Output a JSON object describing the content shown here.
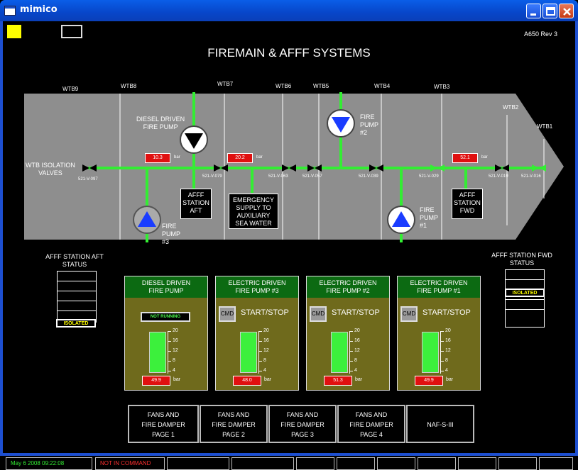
{
  "window": {
    "title": "mimico"
  },
  "header": {
    "title": "FIREMAIN & AFFF SYSTEMS",
    "revision": "A650 Rev 3"
  },
  "diagram": {
    "bulkheads": [
      "WTB9",
      "WTB8",
      "WTB7",
      "WTB6",
      "WTB5",
      "WTB4",
      "WTB3",
      "WTB2",
      "WTB1"
    ],
    "isolation_label": "WTB ISOLATION\nVALVES",
    "valves": [
      "521-V-097",
      "521-V-079",
      "521-V-063",
      "521-V-057",
      "521-V-039",
      "521-V-029",
      "521-V-019",
      "521-V-016"
    ],
    "pressure_readings": [
      {
        "value": "10.3",
        "unit": "bar"
      },
      {
        "value": "20.2",
        "unit": "bar"
      },
      {
        "value": "52.1",
        "unit": "bar"
      }
    ],
    "diesel_pump_label": "DIESEL DRIVEN\nFIRE PUMP",
    "fire_pump_2_label": "FIRE\nPUMP\n#2",
    "fire_pump_3_label": "FIRE\nPUMP\n#3",
    "fire_pump_1_label": "FIRE\nPUMP\n#1",
    "afff_aft_label": "AFFF\nSTATION\nAFT",
    "afff_fwd_label": "AFFF\nSTATION\nFWD",
    "emergency_label": "EMERGENCY\nSUPPLY TO\nAUXILIARY\nSEA WATER"
  },
  "afff_aft_status": {
    "title": "AFFF STATION AFT\nSTATUS",
    "state": "ISOLATED"
  },
  "afff_fwd_status": {
    "title": "AFFF STATION FWD\nSTATUS",
    "state": "ISOLATED"
  },
  "panels": [
    {
      "title": "DIESEL DRIVEN\nFIRE PUMP",
      "status": "NOT RUNNING",
      "cmd": "",
      "start_stop": "",
      "pressure": "49.9",
      "unit": "bar",
      "scale": [
        "20",
        "16",
        "12",
        "8",
        "4"
      ],
      "level": 1.0
    },
    {
      "title": "ELECTRIC DRIVEN\nFIRE PUMP #3",
      "status": "",
      "cmd": "CMD",
      "start_stop": "START/STOP",
      "pressure": "48.0",
      "unit": "bar",
      "scale": [
        "20",
        "16",
        "12",
        "8",
        "4"
      ],
      "level": 1.0
    },
    {
      "title": "ELECTRIC DRIVEN\nFIRE PUMP #2",
      "status": "",
      "cmd": "CMD",
      "start_stop": "START/STOP",
      "pressure": "51.3",
      "unit": "bar",
      "scale": [
        "20",
        "16",
        "12",
        "8",
        "4"
      ],
      "level": 1.0
    },
    {
      "title": "ELECTRIC DRIVEN\nFIRE PUMP #1",
      "status": "",
      "cmd": "CMD",
      "start_stop": "START/STOP",
      "pressure": "49.9",
      "unit": "bar",
      "scale": [
        "20",
        "16",
        "12",
        "8",
        "4"
      ],
      "level": 1.0
    }
  ],
  "nav_buttons": [
    {
      "label": "FANS AND\nFIRE DAMPER\nPAGE 1"
    },
    {
      "label": "FANS AND\nFIRE DAMPER\nPAGE 2"
    },
    {
      "label": "FANS AND\nFIRE DAMPER\nPAGE 3"
    },
    {
      "label": "FANS AND\nFIRE DAMPER\nPAGE 4"
    },
    {
      "label": "NAF-S-III"
    }
  ],
  "statusbar": {
    "datetime": "May  6 2008  09:22:08",
    "command": "NOT IN COMMAND"
  },
  "colors": {
    "pipe": "#33ee33",
    "hull": "#8e8e8e",
    "panel": "#6f6a1c",
    "panel_head": "#0c6a12",
    "alarm": "#e01010",
    "pump_blue": "#1a3cff"
  }
}
